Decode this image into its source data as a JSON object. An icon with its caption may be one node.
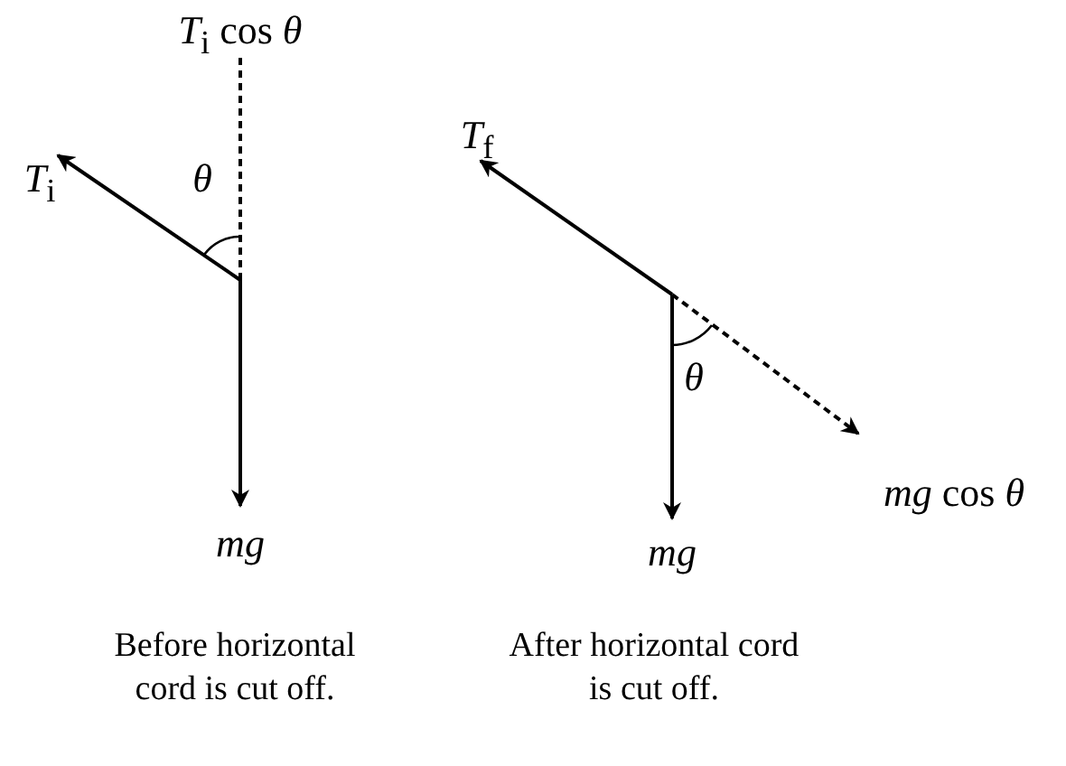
{
  "diagram": {
    "labels": [
      "*T*$_{i}$ cos *θ*",
      "*T*$_{i}$",
      "θ",
      "mg",
      "Before horizontal cord is cut off.",
      "*T*$_{f}$",
      "θ",
      "*mg* cos *θ*",
      "mg",
      "After horizontal cord is cut off."
    ]
  }
}
